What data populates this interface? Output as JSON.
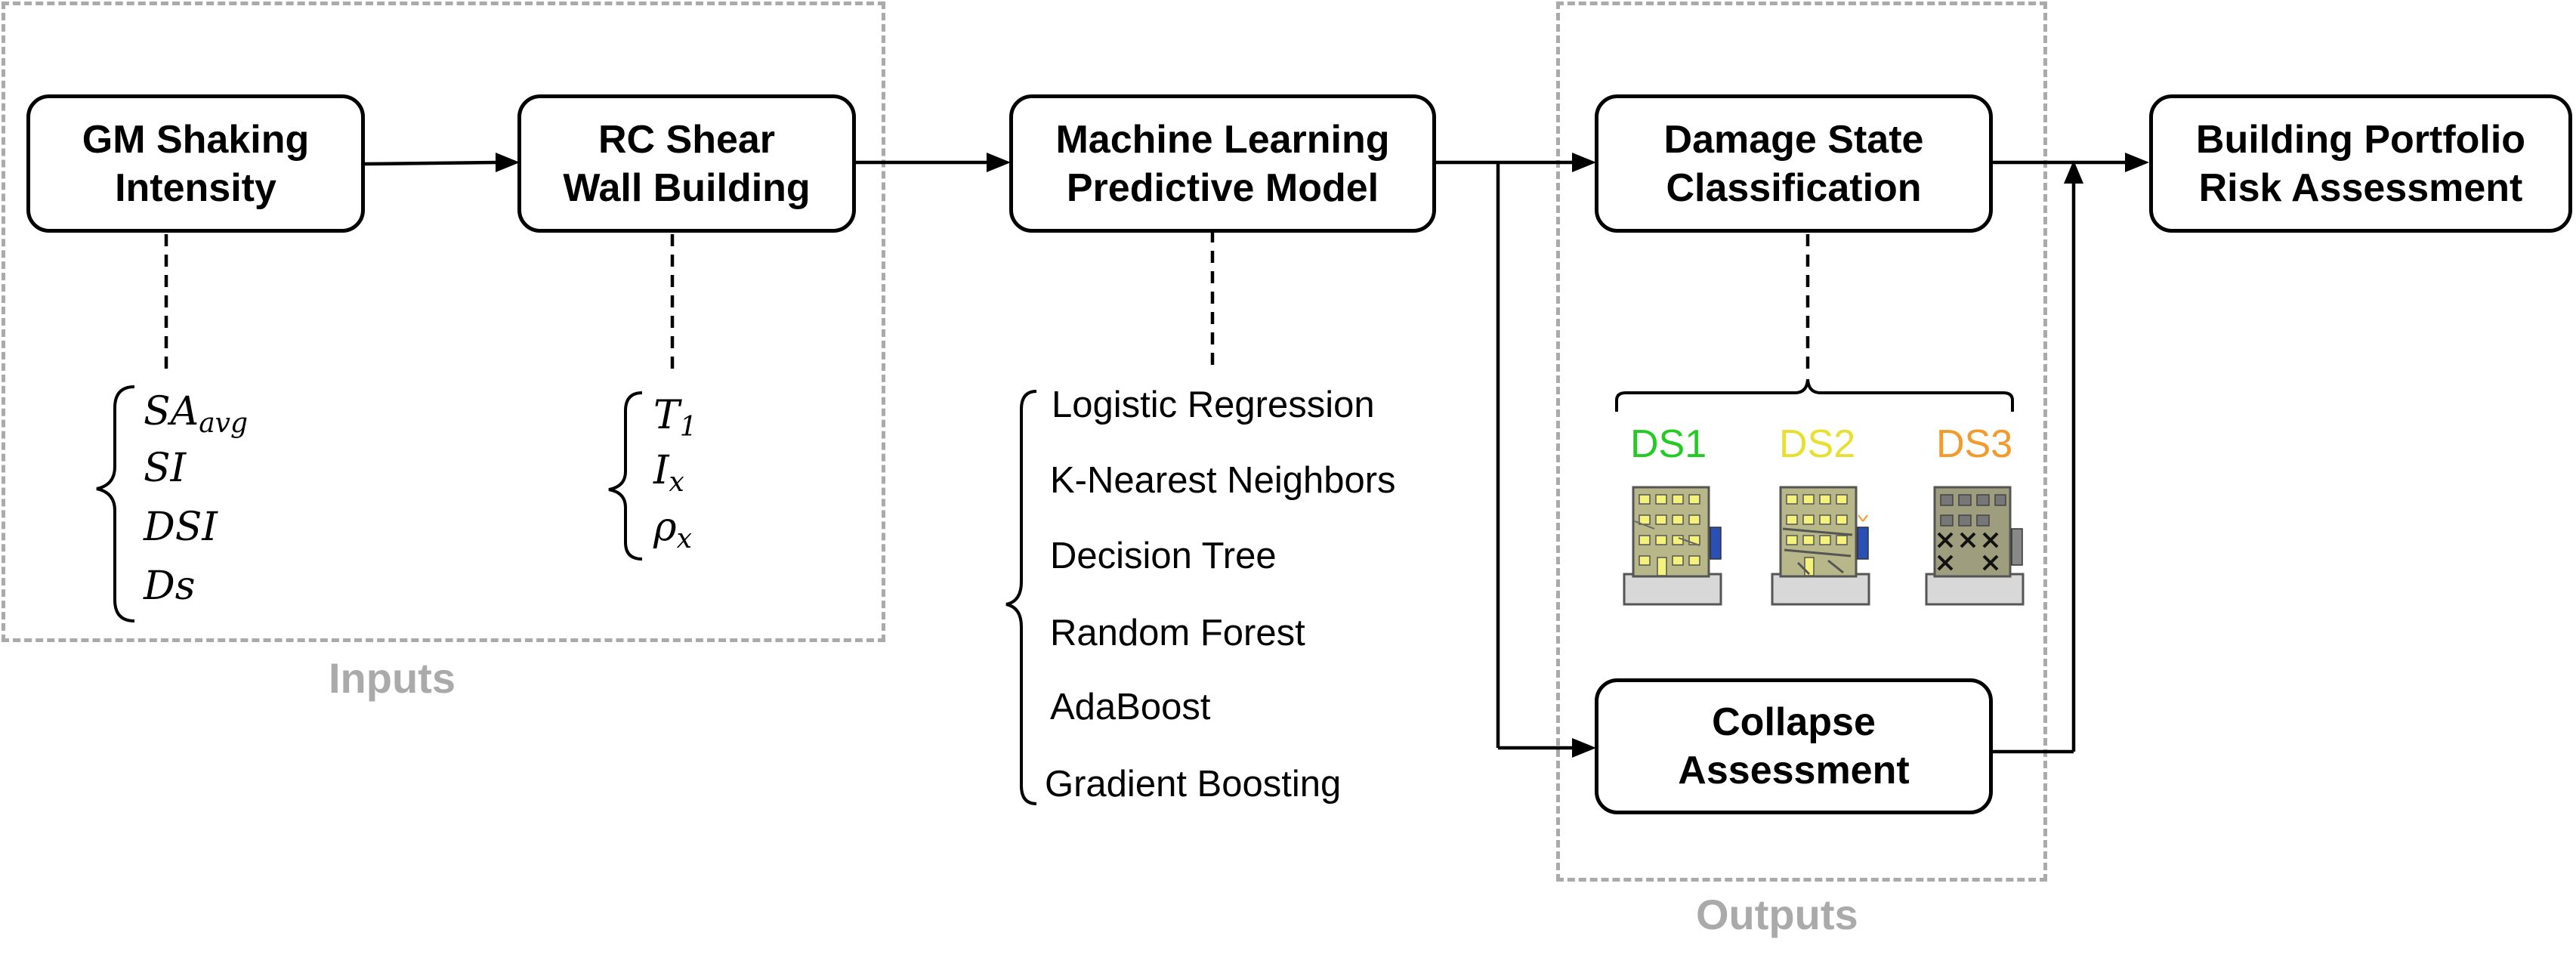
{
  "colors": {
    "ds1": "#22cc22",
    "ds2": "#e8e030",
    "ds3": "#f39a2b",
    "group_border": "#aaaaaa"
  },
  "boxes": {
    "gm": [
      "GM Shaking",
      "Intensity"
    ],
    "rc": [
      "RC Shear",
      "Wall Building"
    ],
    "ml": [
      "Machine Learning",
      "Predictive Model"
    ],
    "ds": [
      "Damage State",
      "Classification"
    ],
    "bp": [
      "Building Portfolio",
      "Risk Assessment"
    ],
    "ca": [
      "Collapse",
      "Assessment"
    ]
  },
  "groups": {
    "inputs": "Inputs",
    "outputs": "Outputs"
  },
  "gm_params": [
    {
      "base": "SA",
      "sub": "avg"
    },
    {
      "base": "SI",
      "sub": ""
    },
    {
      "base": "DSI",
      "sub": ""
    },
    {
      "base": "Ds",
      "sub": ""
    }
  ],
  "building_params": [
    {
      "base": "T",
      "sub": "1"
    },
    {
      "base": "I",
      "sub": "x"
    },
    {
      "base": "ρ",
      "sub": "x"
    }
  ],
  "models": [
    "Logistic Regression",
    "K-Nearest Neighbors",
    "Decision Tree",
    "Random Forest",
    "AdaBoost",
    "Gradient Boosting"
  ],
  "damage_states": [
    "DS1",
    "DS2",
    "DS3"
  ]
}
